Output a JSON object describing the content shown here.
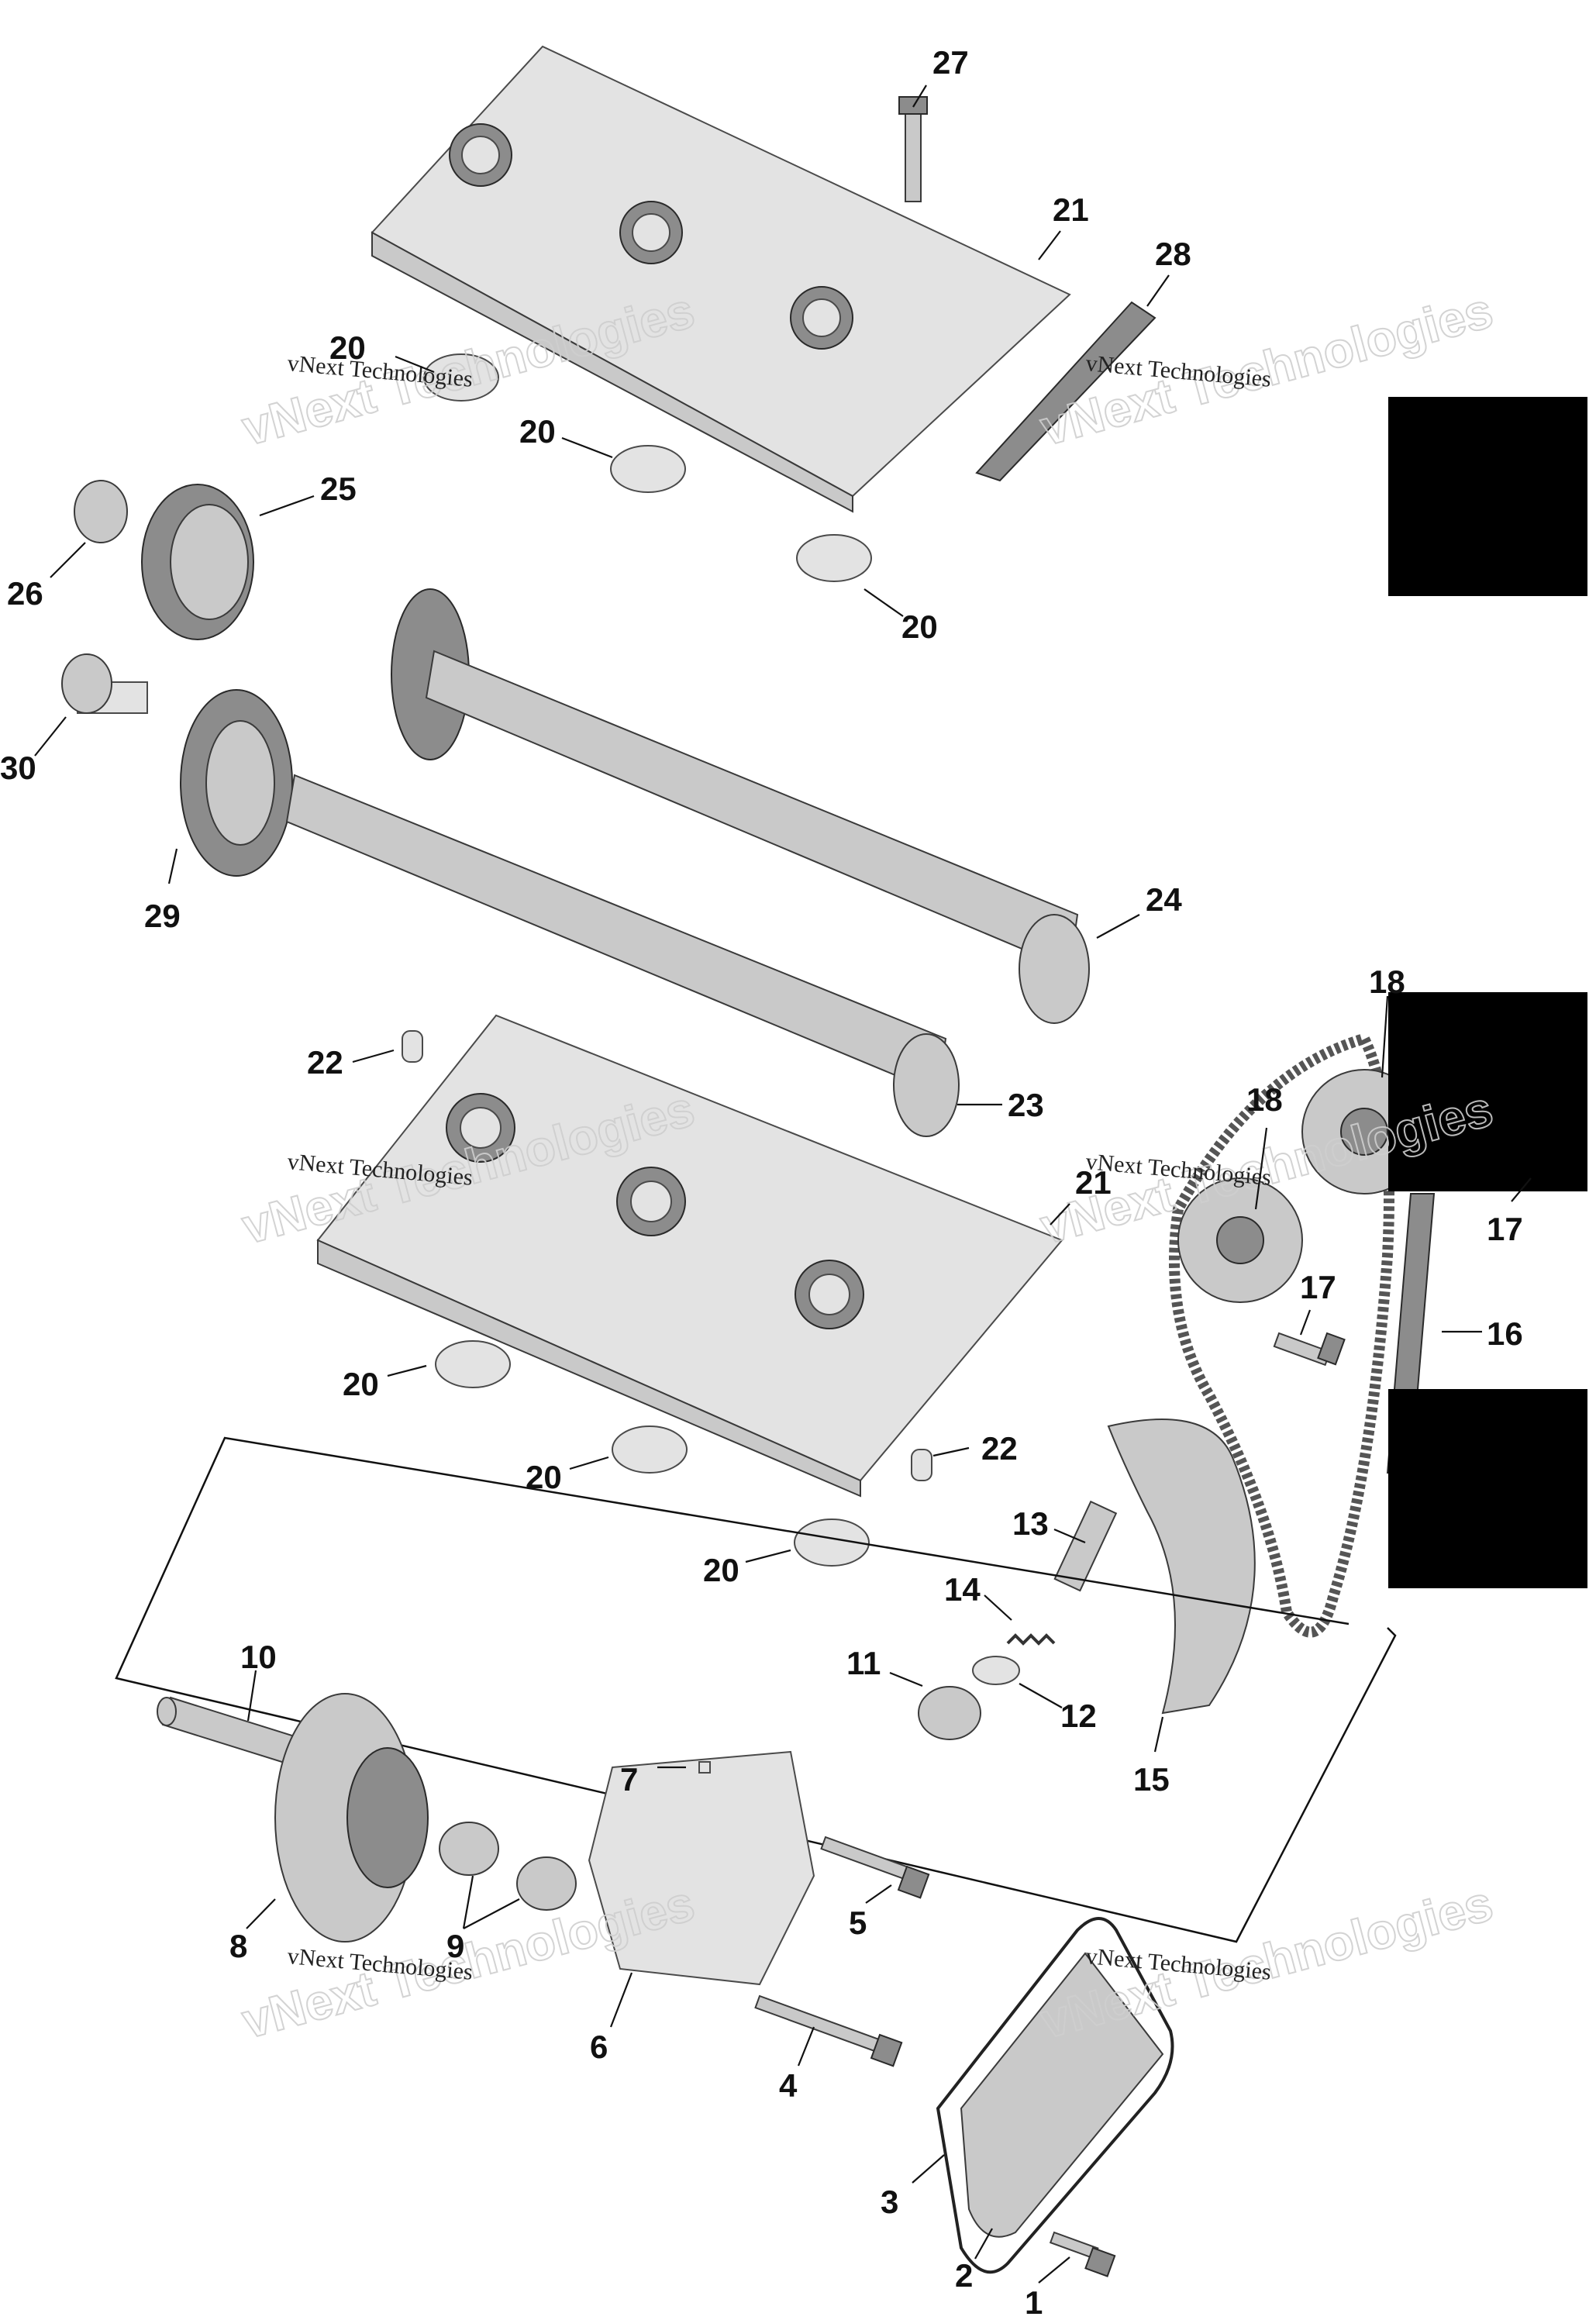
{
  "watermarks": [
    {
      "small": "vNext Technologies",
      "big": "vNext Technologies"
    },
    {
      "small": "vNext Technologies",
      "big": "vNext Technologies"
    },
    {
      "small": "vNext Technologies",
      "big": "vNext Technologies"
    },
    {
      "small": "vNext Technologies",
      "big": "vNext Technologies"
    },
    {
      "small": "vNext Technologies",
      "big": "vNext Technologies"
    },
    {
      "small": "vNext Technologies",
      "big": "vNext Technologies"
    }
  ],
  "callouts": [
    "27",
    "21",
    "28",
    "20",
    "20",
    "20",
    "25",
    "26",
    "30",
    "29",
    "24",
    "22",
    "23",
    "18",
    "18",
    "21",
    "17",
    "17",
    "16",
    "20",
    "20",
    "22",
    "13",
    "20",
    "14",
    "11",
    "12",
    "10",
    "15",
    "7",
    "5",
    "8",
    "9",
    "6",
    "4",
    "3",
    "2",
    "1"
  ]
}
